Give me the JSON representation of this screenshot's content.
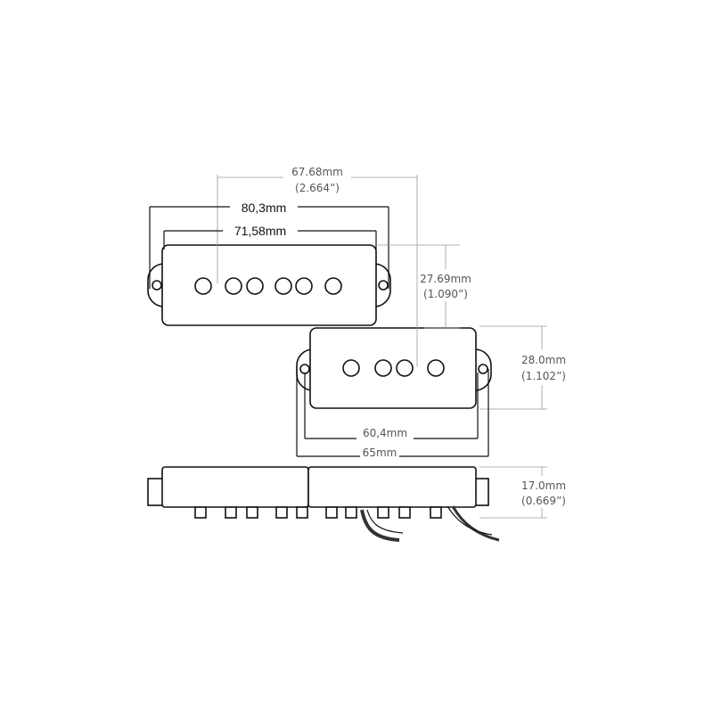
{
  "dimensions": {
    "pole_spacing": {
      "mm": "67.68mm",
      "inch": "(2.664”)"
    },
    "outer_width_top": {
      "mm": "80,3mm"
    },
    "body_width_top": {
      "mm": "71,58mm"
    },
    "offset": {
      "mm": "27.69mm",
      "inch": "(1.090”)"
    },
    "body_height": {
      "mm": "28.0mm",
      "inch": "(1.102”)"
    },
    "inner_width_bottom": {
      "mm": "60,4mm"
    },
    "outer_width_bottom": {
      "mm": "65mm"
    },
    "thickness": {
      "mm": "17.0mm",
      "inch": "(0.669”)"
    }
  },
  "colors": {
    "outline": "#111111",
    "dimension_line": "#9a9a9a",
    "text": "#555555",
    "wire_dark": "#333333"
  }
}
